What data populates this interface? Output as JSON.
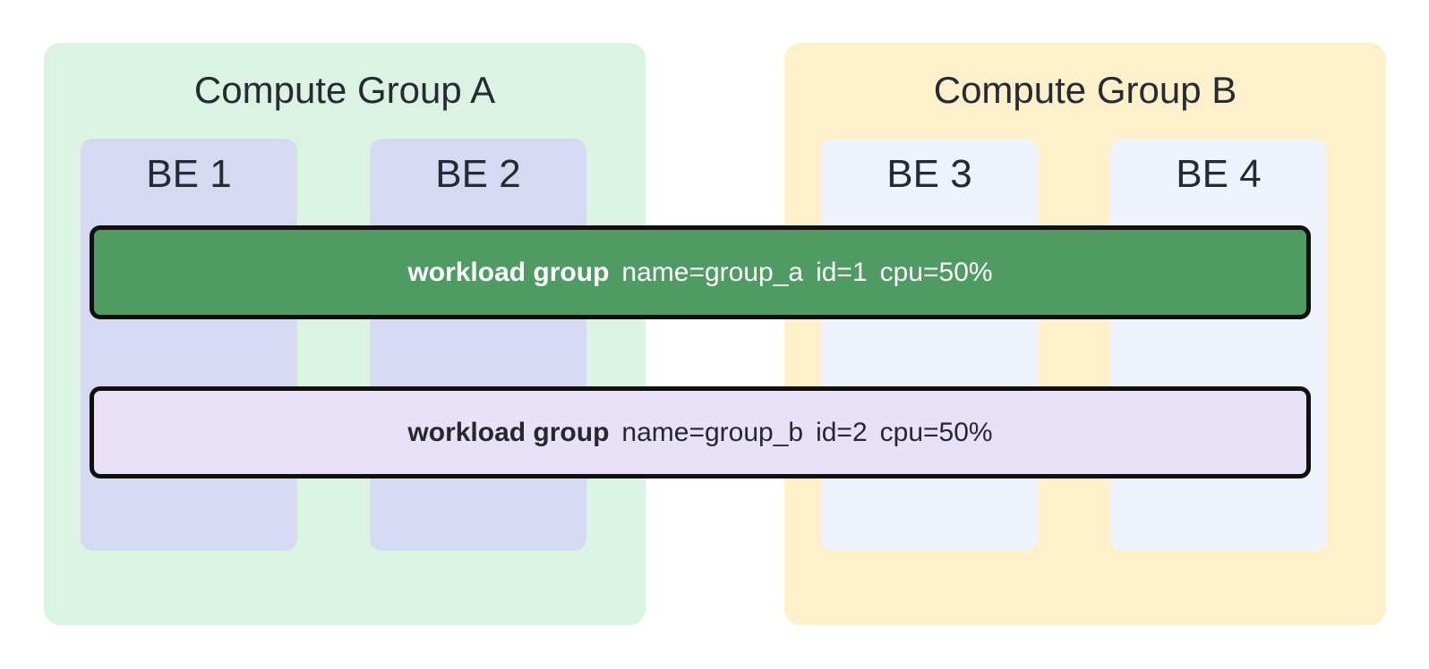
{
  "groups": [
    {
      "title": "Compute Group A",
      "nodes": [
        {
          "label": "BE 1"
        },
        {
          "label": "BE 2"
        }
      ]
    },
    {
      "title": "Compute Group B",
      "nodes": [
        {
          "label": "BE 3"
        },
        {
          "label": "BE 4"
        }
      ]
    }
  ],
  "workload_groups": [
    {
      "label": "workload group",
      "attributes": [
        "name=group_a",
        "id=1",
        "cpu=50%"
      ],
      "fill": "#509a64",
      "text_color": "#ffffff"
    },
    {
      "label": "workload group",
      "attributes": [
        "name=group_b",
        "id=2",
        "cpu=50%"
      ],
      "fill": "#e8e1f8",
      "text_color": "#26282e"
    }
  ],
  "colors": {
    "background": "#ffffff",
    "group_a_bg": "#dbf3e3",
    "group_b_bg": "#fdf0ca",
    "be_node_a_bg": "#d5d9f1",
    "be_node_b_bg": "#eef3fc",
    "bar_border": "#101010",
    "heading_text": "#262b33"
  }
}
